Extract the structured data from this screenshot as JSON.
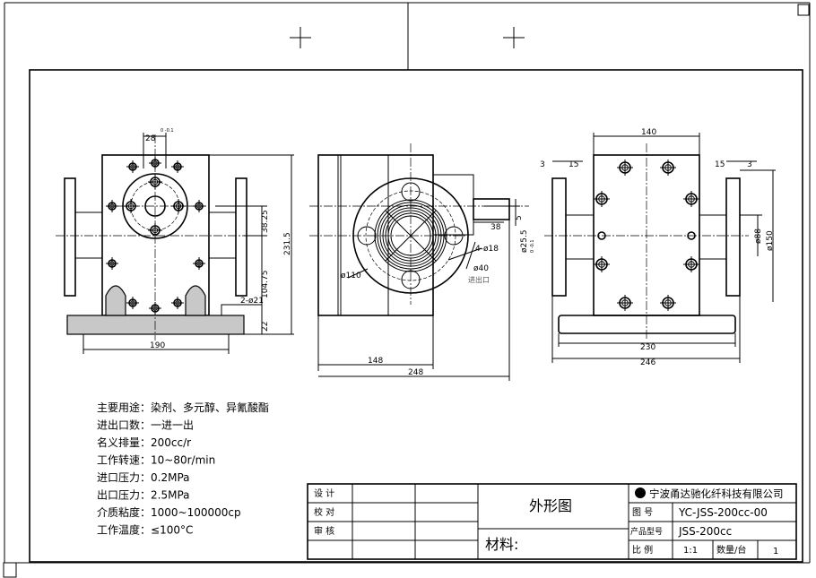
{
  "notes": [
    {
      "label": "主要用途：",
      "value": "染剂、多元醇、异氰酸酯"
    },
    {
      "label": "进出口数：",
      "value": "一进一出"
    },
    {
      "label": "名义排量：",
      "value": "200cc/r"
    },
    {
      "label": "工作转速：",
      "value": "10~80r/min"
    },
    {
      "label": "进口压力：",
      "value": "0.2MPa"
    },
    {
      "label": "出口压力：",
      "value": "2.5MPa"
    },
    {
      "label": "介质粘度：",
      "value": "1000~100000cp"
    },
    {
      "label": "工作温度：",
      "value": "≤100°C"
    }
  ],
  "front_view": {
    "d_28": "28",
    "tol_28": "0 -0.1",
    "d_38_25": "38.25",
    "d_104_75": "104.75",
    "d_231_5": "231.5",
    "d_22": "22",
    "d_2phi21": "2-ø21",
    "d_190": "190"
  },
  "side_view": {
    "d_38": "38",
    "d_5": "5",
    "d_phi25_5": "ø25.5",
    "tol_25_5": "0 -0.1",
    "d_4phi18": "4-ø18",
    "d_phi40": "ø40",
    "port_label": "进出口",
    "d_phi110": "ø110",
    "d_148": "148",
    "d_248": "248"
  },
  "top_view": {
    "d_140": "140",
    "d_3_left": "3",
    "d_15_left": "15",
    "d_15_right": "15",
    "d_3_right": "3",
    "d_phi88": "ø88",
    "d_phi150": "ø150",
    "d_230": "230",
    "d_246": "246"
  },
  "title_block": {
    "design": "设 计",
    "check": "校 对",
    "review": "审 核",
    "drawing_title": "外形图",
    "material": "材料:",
    "company": "宁波甬达驰化纤科技有限公司",
    "drawing_no_label": "图 号",
    "drawing_no": "YC-JSS-200cc-00",
    "model_label": "产品型号",
    "model": "JSS-200cc",
    "scale_label": "比 例",
    "scale": "1:1",
    "qty_label": "数量/台",
    "qty": "1"
  }
}
